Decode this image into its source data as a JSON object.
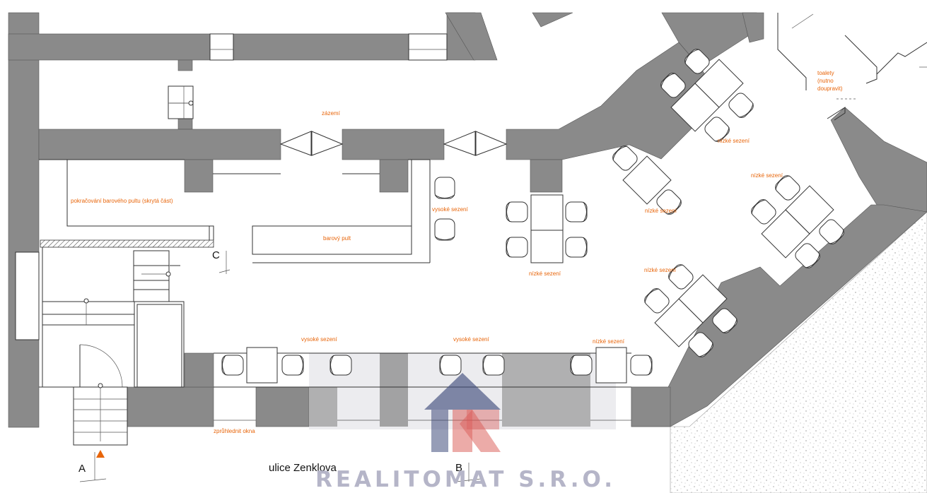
{
  "labels": {
    "zazemi": "zázemí",
    "continuation": "pokračování barového pultu (skrytá část)",
    "bar": "barový pult",
    "high_seating": "vysoké sezení",
    "low_seating": "nízké sezení",
    "toilets_1": "toalety",
    "toilets_2": "(nutno",
    "toilets_3": "doupravit)",
    "windows": "zprůhlednit okna",
    "street": "ulice Zenklova"
  },
  "sections": {
    "a": "A",
    "b": "B",
    "c": "C"
  },
  "watermark": {
    "text": "REALITOMAT S.R.O."
  },
  "colors": {
    "wall": "#8a8a8a",
    "label": "#e8650a",
    "section_marker": "#e8650a",
    "logo_blue": "#3d4a7a",
    "logo_red": "#d9534f"
  }
}
